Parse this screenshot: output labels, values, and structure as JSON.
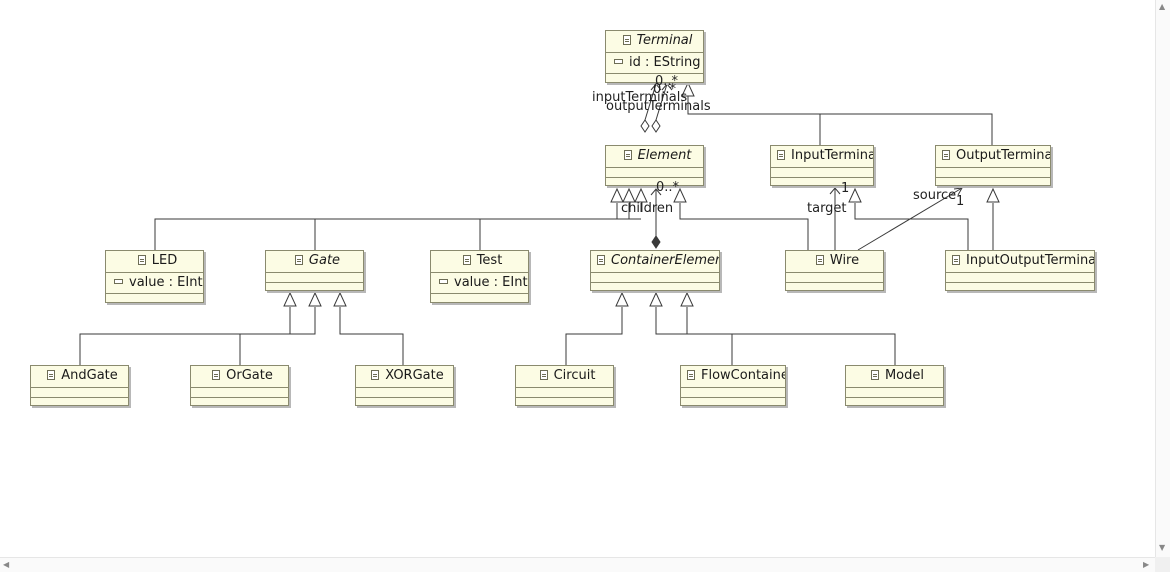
{
  "diagram": {
    "classes": {
      "terminal": {
        "name": "Terminal",
        "attributes": [
          "id : EString"
        ]
      },
      "element": {
        "name": "Element"
      },
      "input_terminal": {
        "name": "InputTerminal"
      },
      "output_terminal": {
        "name": "OutputTerminal"
      },
      "led": {
        "name": "LED",
        "attributes": [
          "value : EInt"
        ]
      },
      "gate": {
        "name": "Gate"
      },
      "test": {
        "name": "Test",
        "attributes": [
          "value : EInt"
        ]
      },
      "container_element": {
        "name": "ContainerElement"
      },
      "wire": {
        "name": "Wire"
      },
      "input_output_terminal": {
        "name": "InputOutputTerminal"
      },
      "and_gate": {
        "name": "AndGate"
      },
      "or_gate": {
        "name": "OrGate"
      },
      "xor_gate": {
        "name": "XORGate"
      },
      "circuit": {
        "name": "Circuit"
      },
      "flow_container": {
        "name": "FlowContainer"
      },
      "model": {
        "name": "Model"
      }
    },
    "labels": {
      "input_terminals": "inputTerminals",
      "output_terminals": "outputTerminals",
      "mult_in": "0..*",
      "mult_out": "0..*",
      "children": "children",
      "mult_children": "0..*",
      "target": "target",
      "mult_target": "1",
      "source": "source",
      "mult_source": "1"
    }
  }
}
